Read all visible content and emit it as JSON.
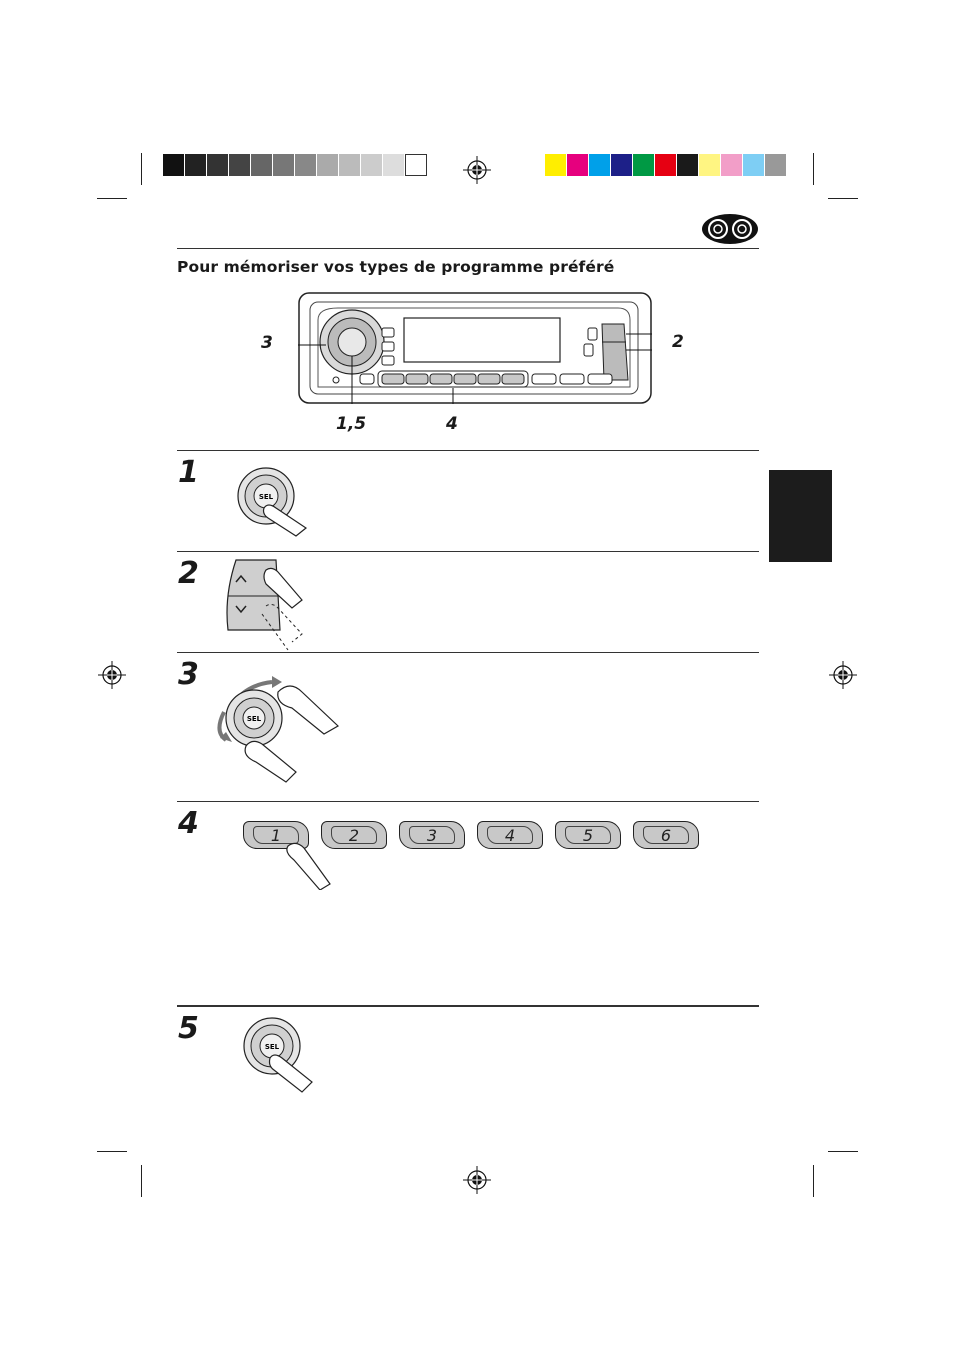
{
  "color_bar": {
    "grays": [
      "#111111",
      "#222222",
      "#333333",
      "#444444",
      "#666666",
      "#777777",
      "#888888",
      "#aaaaaa",
      "#bbbbbb",
      "#cccccc",
      "#dddddd",
      "#ffffff"
    ],
    "colors": [
      "#ffee00",
      "#e6007e",
      "#00a0e9",
      "#1d2088",
      "#009944",
      "#e60012",
      "#1a1a1a",
      "#fff582",
      "#f29ec8",
      "#7ecef4",
      "#999999"
    ]
  },
  "heading": "Pour mémoriser vos types de programme préféré",
  "callouts": {
    "knob": "3",
    "seek": "2",
    "sel": "1,5",
    "presets": "4"
  },
  "steps": [
    {
      "number": "1",
      "icon": "sel-press-icon"
    },
    {
      "number": "2",
      "icon": "up-down-press-icon"
    },
    {
      "number": "3",
      "icon": "knob-turn-icon"
    },
    {
      "number": "4",
      "icon": "preset-press-icon"
    },
    {
      "number": "5",
      "icon": "sel-press-icon"
    }
  ],
  "preset_buttons": [
    "1",
    "2",
    "3",
    "4",
    "5",
    "6"
  ],
  "sel_label": "SEL"
}
